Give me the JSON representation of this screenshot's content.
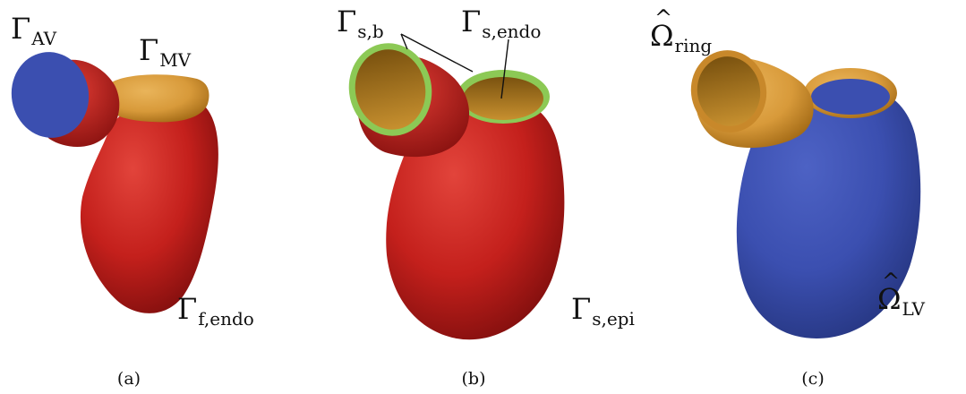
{
  "panels": [
    {
      "caption": "(a)",
      "labels": [
        {
          "symbol": "Γ",
          "sub": "AV"
        },
        {
          "symbol": "Γ",
          "sub": "MV"
        },
        {
          "symbol": "Γ",
          "sub": "f,endo"
        }
      ]
    },
    {
      "caption": "(b)",
      "labels": [
        {
          "symbol": "Γ",
          "sub": "s,b"
        },
        {
          "symbol": "Γ",
          "sub": "s,endo"
        },
        {
          "symbol": "Γ",
          "sub": "s,epi"
        }
      ]
    },
    {
      "caption": "(c)",
      "labels": [
        {
          "symbol": "Ω",
          "sub": "ring"
        },
        {
          "symbol": "Ω",
          "sub": "LV"
        }
      ]
    }
  ],
  "colors": {
    "red": "#c4201c",
    "red_dark": "#7e0e0d",
    "orange": "#d89a3a",
    "orange_dark": "#a56c17",
    "blue": "#3b4fb0",
    "blue_dark": "#25357f",
    "green": "#8cc955"
  }
}
